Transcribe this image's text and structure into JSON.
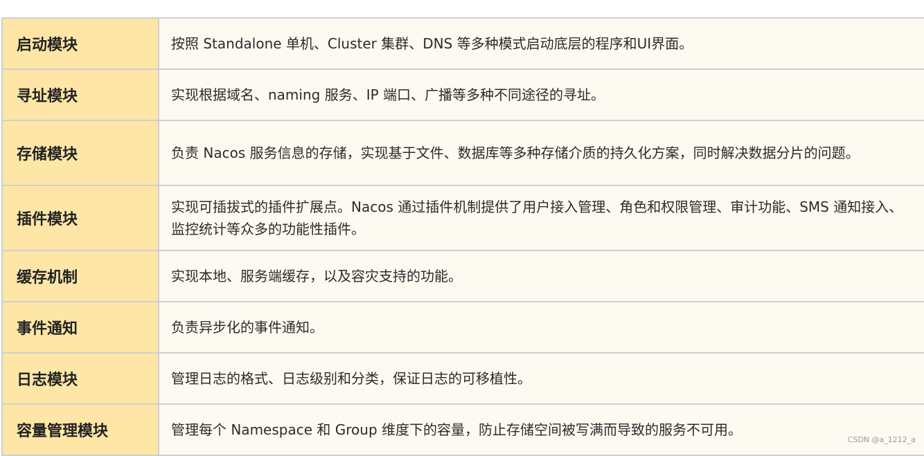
{
  "rows": [
    {
      "name": "启动模块",
      "desc": "按照 Standalone 单机、Cluster 集群、DNS 等多种模式启动底层的程序和UI界面。"
    },
    {
      "name": "寻址模块",
      "desc": "实现根据域名、naming 服务、IP 端口、广播等多种不同途径的寻址。"
    },
    {
      "name": "存储模块",
      "desc": "负责 Nacos 服务信息的存储，实现基于文件、数据库等多种存储介质的持久化方案，同时解决数据分片的问题。"
    },
    {
      "name": "插件模块",
      "desc": "实现可插拔式的插件扩展点。Nacos 通过插件机制提供了用户接入管理、角色和权限管理、审计功能、SMS 通知接入、监控统计等众多的功能性插件。"
    },
    {
      "name": "缓存机制",
      "desc": "实现本地、服务端缓存，以及容灾支持的功能。"
    },
    {
      "name": "事件通知",
      "desc": "负责异步化的事件通知。"
    },
    {
      "name": "日志模块",
      "desc": "管理日志的格式、日志级别和分类，保证日志的可移植性。"
    },
    {
      "name": "容量管理模块",
      "desc": "管理每个 Namespace 和 Group 维度下的容量，防止存储空间被写满而导致的服务不可用。"
    }
  ],
  "watermark": "CSDN @a_1212_a"
}
